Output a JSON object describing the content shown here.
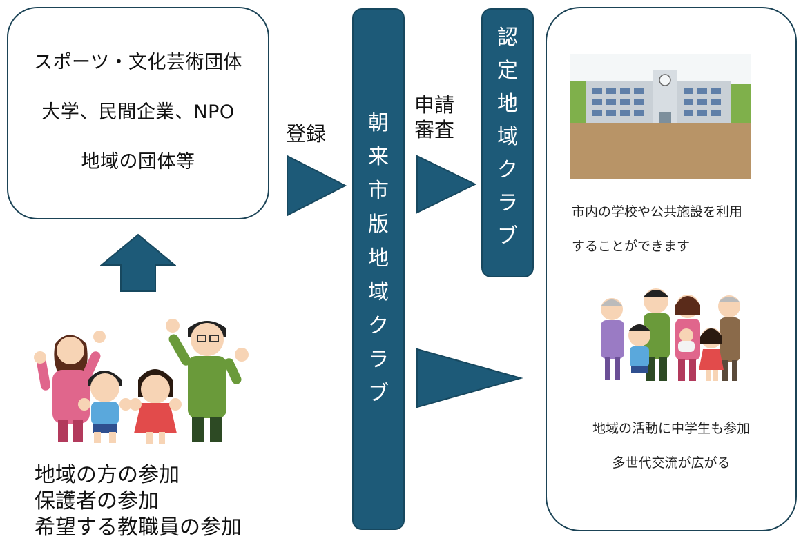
{
  "left_box": {
    "lines": [
      "スポーツ・文化芸術団体",
      "大学、民間企業、NPO",
      "地域の団体等"
    ]
  },
  "arrow_labels": {
    "register": "登録",
    "apply_line1": "申請",
    "apply_line2": "審査"
  },
  "center_bar": {
    "chars": [
      "朝",
      "来",
      "市",
      "版",
      "地",
      "域",
      "ク",
      "ラ",
      "ブ"
    ]
  },
  "cert_bar": {
    "chars": [
      "認",
      "定",
      "地",
      "域",
      "ク",
      "ラ",
      "ブ"
    ]
  },
  "right_box": {
    "caption1_line1": "市内の学校や公共施設を利用",
    "caption1_line2": "することができます",
    "caption2_line1": "地域の活動に中学生も参加",
    "caption2_line2": "多世代交流が広がる"
  },
  "bottom_left": {
    "lines": [
      "地域の方の参加",
      "保護者の参加",
      "希望する教職員の参加"
    ]
  },
  "colors": {
    "accent": "#1d5a78",
    "outline": "#1b4356"
  },
  "icons": [
    "up-arrow-icon",
    "right-triangle-arrow-icon",
    "school-illustration",
    "family-illustration",
    "people-cheering-illustration"
  ]
}
